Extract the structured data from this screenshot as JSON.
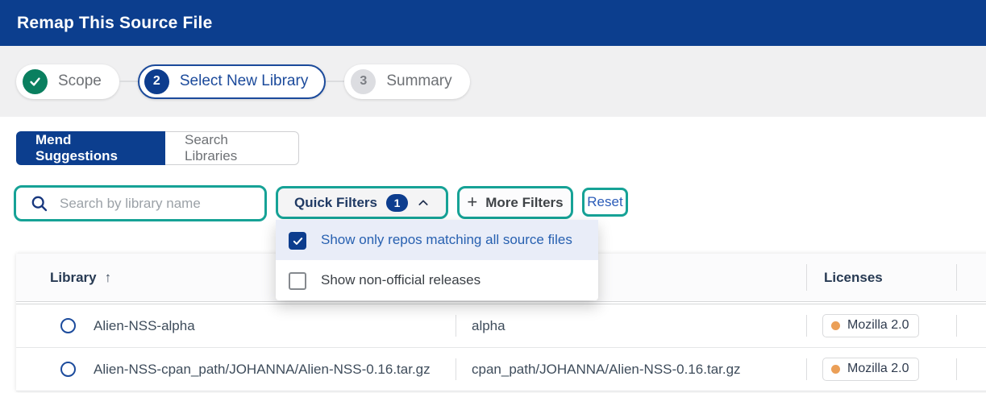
{
  "header": {
    "title": "Remap This Source File"
  },
  "stepper": {
    "steps": [
      {
        "label": "Scope",
        "state": "done"
      },
      {
        "number": "2",
        "label": "Select New Library",
        "state": "active"
      },
      {
        "number": "3",
        "label": "Summary",
        "state": "pending"
      }
    ]
  },
  "tabs": [
    {
      "label": "Mend Suggestions",
      "active": true
    },
    {
      "label": "Search Libraries",
      "active": false
    }
  ],
  "filters": {
    "search_placeholder": "Search by library name",
    "quick_filters_label": "Quick Filters",
    "quick_filters_count": "1",
    "more_filters_plus": "+",
    "more_filters_label": "More Filters",
    "reset_label": "Reset",
    "dropdown_options": [
      {
        "label": "Show only repos matching all source files",
        "checked": true
      },
      {
        "label": "Show non-official releases",
        "checked": false
      }
    ]
  },
  "table": {
    "columns": [
      {
        "label": "Library",
        "sort_indicator": "↑"
      },
      {
        "label": ""
      },
      {
        "label": "Licenses"
      },
      {
        "label": ""
      }
    ],
    "rows": [
      {
        "library": "Alien-NSS-alpha",
        "version": "alpha",
        "license": "Mozilla 2.0"
      },
      {
        "library": "Alien-NSS-cpan_path/JOHANNA/Alien-NSS-0.16.tar.gz",
        "version": "cpan_path/JOHANNA/Alien-NSS-0.16.tar.gz",
        "license": "Mozilla 2.0"
      }
    ]
  },
  "colors": {
    "header_blue": "#0c3e8e",
    "accent_teal": "#16a296",
    "step_done_green": "#0a7f5f",
    "active_blue": "#1b4a9b",
    "selected_option_bg": "#e9edf8",
    "license_dot_orange": "#eb9f57"
  }
}
